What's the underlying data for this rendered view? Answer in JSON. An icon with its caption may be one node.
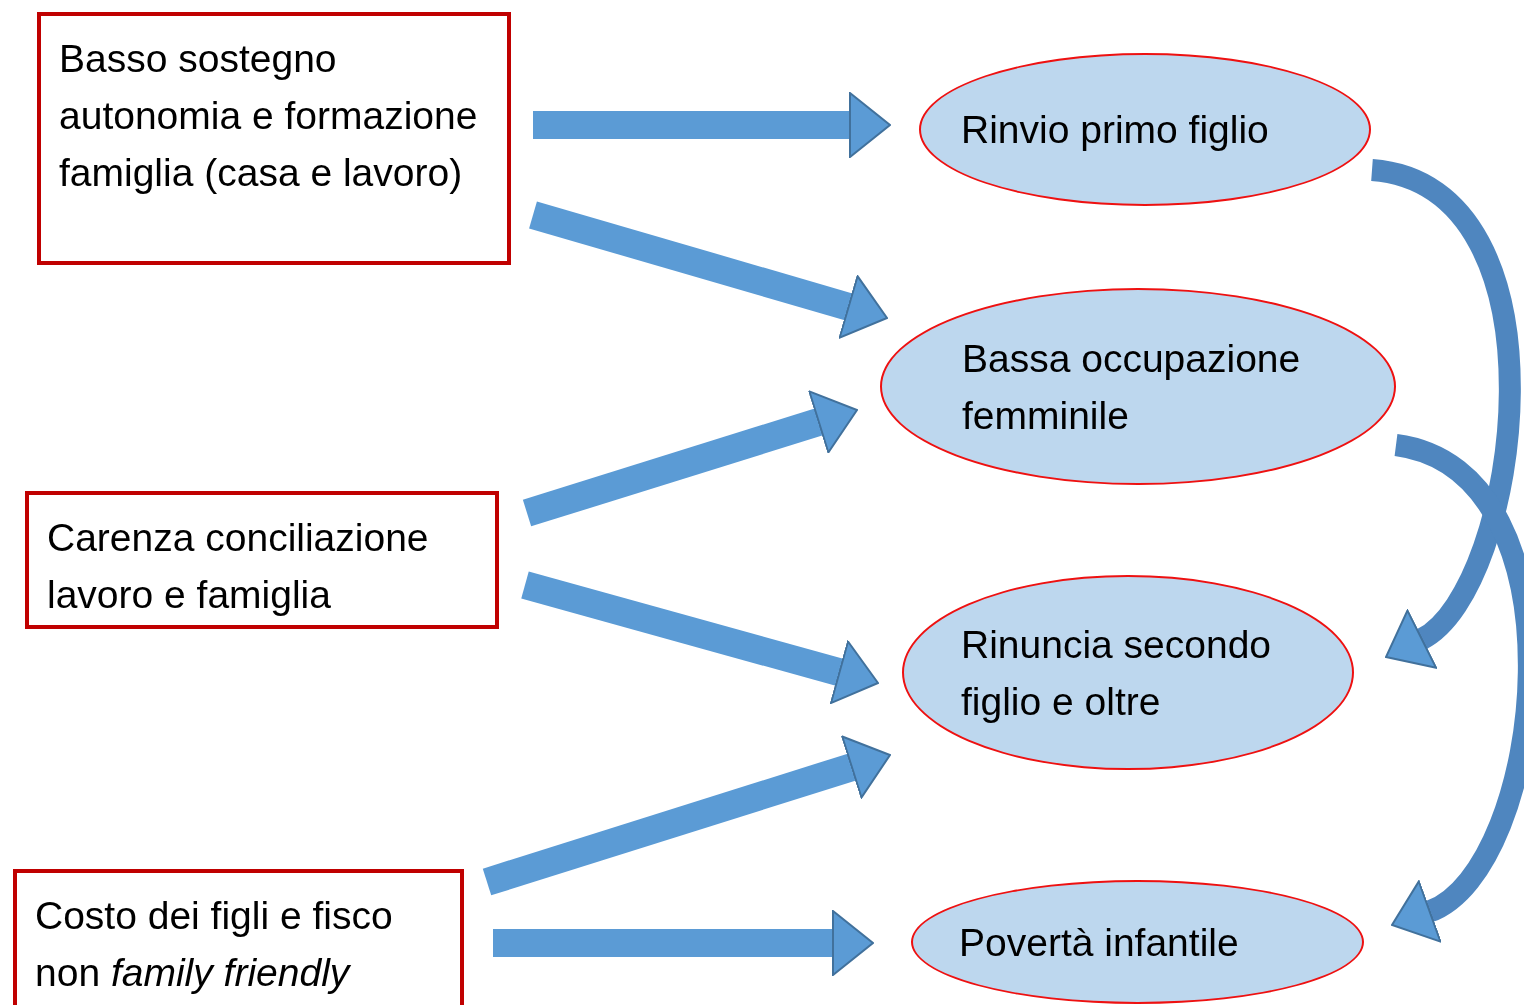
{
  "diagram": {
    "nodes": [
      {
        "text": [
          "Basso sostegno autonomia e formazione famiglia (casa e lavoro)"
        ]
      },
      {
        "text": [
          "Carenza conciliazione lavoro e famiglia"
        ]
      },
      {
        "text": [
          "Costo dei figli e fisco non *family friendly*"
        ]
      },
      {
        "text": [
          "Rinvio primo figlio"
        ]
      },
      {
        "text": [
          "Bassa occupazione femminile"
        ]
      },
      {
        "text": [
          "Rinuncia secondo figlio e oltre"
        ]
      },
      {
        "text": [
          "Povertà infantile"
        ]
      }
    ],
    "edges": [
      {
        "from": 0,
        "to": 3,
        "arrow": "to"
      },
      {
        "from": 0,
        "to": 4,
        "arrow": "to"
      },
      {
        "from": 1,
        "to": 4,
        "arrow": "to"
      },
      {
        "from": 1,
        "to": 5,
        "arrow": "to"
      },
      {
        "from": 2,
        "to": 5,
        "arrow": "to"
      },
      {
        "from": 2,
        "to": 6,
        "arrow": "to"
      },
      {
        "from": 3,
        "to": 5,
        "arrow": "to"
      },
      {
        "from": 4,
        "to": 6,
        "arrow": "to"
      }
    ]
  }
}
